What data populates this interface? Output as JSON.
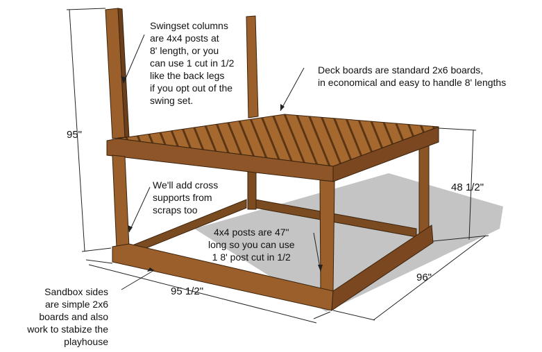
{
  "annotations": {
    "swingset": "Swingset columns\nare 4x4 posts at\n8' length, or you\ncan use 1 cut in 1/2\nlike the back legs\nif you opt out of the\nswing set.",
    "deck": "Deck boards are standard 2x6 boards,\nin economical and easy to handle 8' lengths",
    "cross": "We'll add cross\nsupports from\nscraps too",
    "posts": "4x4 posts are 47\"\nlong so you can use\n1 8' post cut in 1/2",
    "sandbox": "Sandbox sides\nare simple 2x6\nboards and also\nwork to stabize the\nplayhouse"
  },
  "dimensions": {
    "height_total": "95\"",
    "deck_height": "48 1/2\"",
    "width": "95 1/2\"",
    "depth": "96\""
  },
  "colors": {
    "wood_light": "#a0662f",
    "wood_mid": "#8a5426",
    "wood_dark": "#6b3f1b",
    "shadow": "#c4c4c4"
  }
}
